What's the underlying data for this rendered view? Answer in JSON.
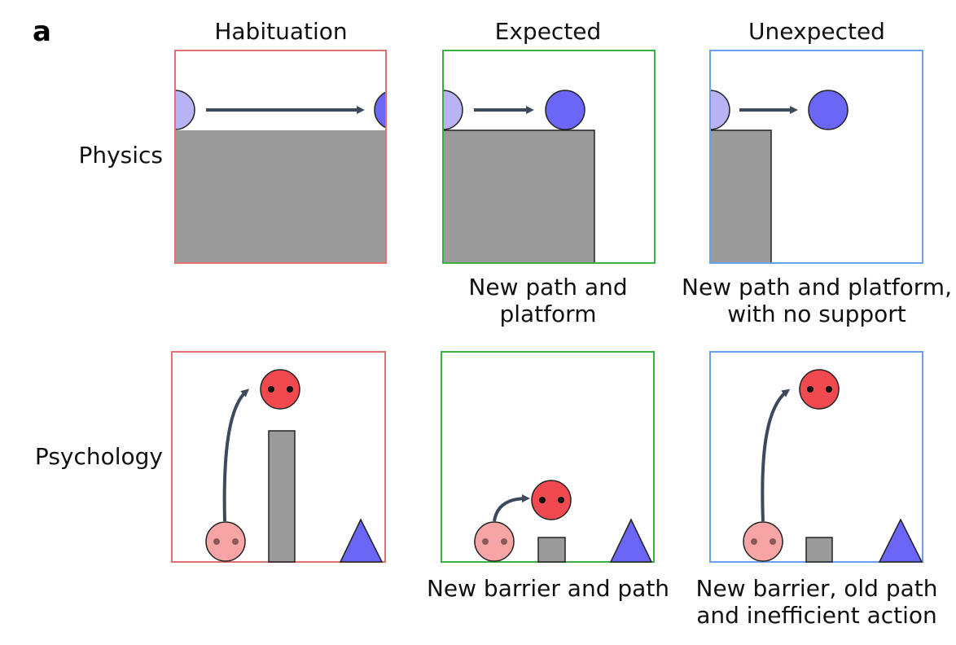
{
  "panel_label": "a",
  "columns": [
    "Habituation",
    "Expected",
    "Unexpected"
  ],
  "rows": [
    "Physics",
    "Psychology"
  ],
  "captions": {
    "physics_expected": [
      "New path and",
      "platform"
    ],
    "physics_unexpected": [
      "New path and platform,",
      "with no support"
    ],
    "psychology_expected": [
      "New barrier and path"
    ],
    "psychology_unexpected": [
      "New barrier, old path",
      "and inefficient action"
    ]
  },
  "colors": {
    "habituation_border": "#e07070",
    "expected_border": "#3cb043",
    "unexpected_border": "#6aa0f0",
    "platform": "#9b9b9b",
    "ball_light": "#b8b4f4",
    "ball_dark": "#6b66f5",
    "arrow": "#3d4a5e",
    "agent_pink": "#f7a4a4",
    "agent_red": "#f04a50",
    "goal_triangle": "#6b66f5"
  },
  "icons": {
    "ball": "circle",
    "agent": "face-circle-with-two-eyes",
    "goal": "triangle",
    "barrier": "rectangle"
  }
}
